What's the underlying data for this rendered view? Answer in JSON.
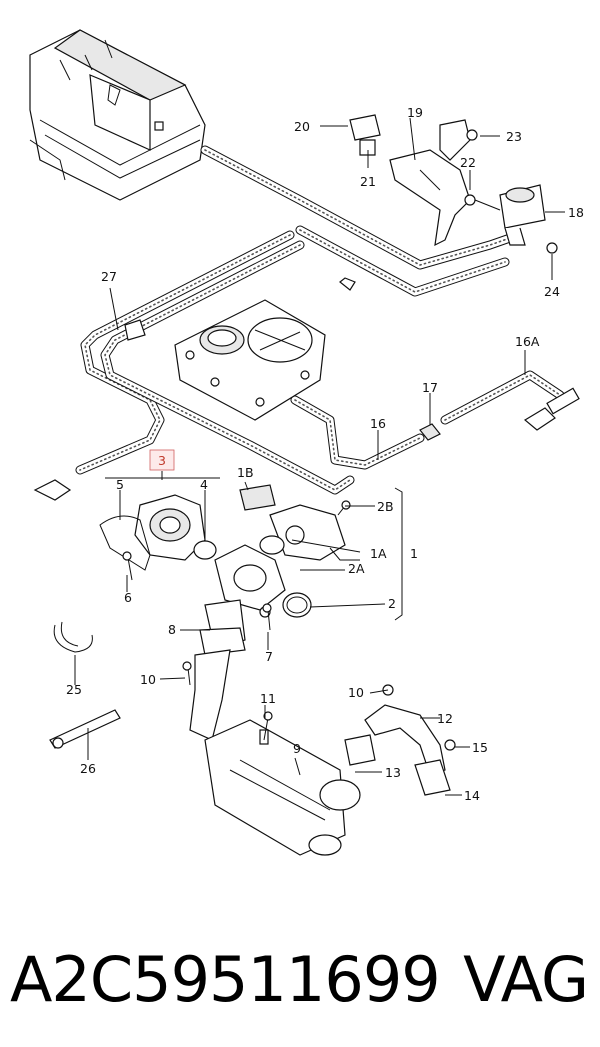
{
  "callouts": {
    "c1": "1",
    "c1A": "1A",
    "c1B": "1B",
    "c2": "2",
    "c2A": "2A",
    "c2B": "2B",
    "c3": "3",
    "c4": "4",
    "c5": "5",
    "c6": "6",
    "c7": "7",
    "c8": "8",
    "c9": "9",
    "c10a": "10",
    "c10b": "10",
    "c11": "11",
    "c12": "12",
    "c13": "13",
    "c14": "14",
    "c15": "15",
    "c16": "16",
    "c16A": "16A",
    "c17": "17",
    "c18": "18",
    "c19": "19",
    "c20": "20",
    "c21": "21",
    "c22": "22",
    "c23": "23",
    "c24": "24",
    "c25": "25",
    "c26": "26",
    "c27": "27"
  },
  "highlight_color": "#c0392b",
  "footer": {
    "part_number": "A2C59511699",
    "brand": "VAG"
  }
}
